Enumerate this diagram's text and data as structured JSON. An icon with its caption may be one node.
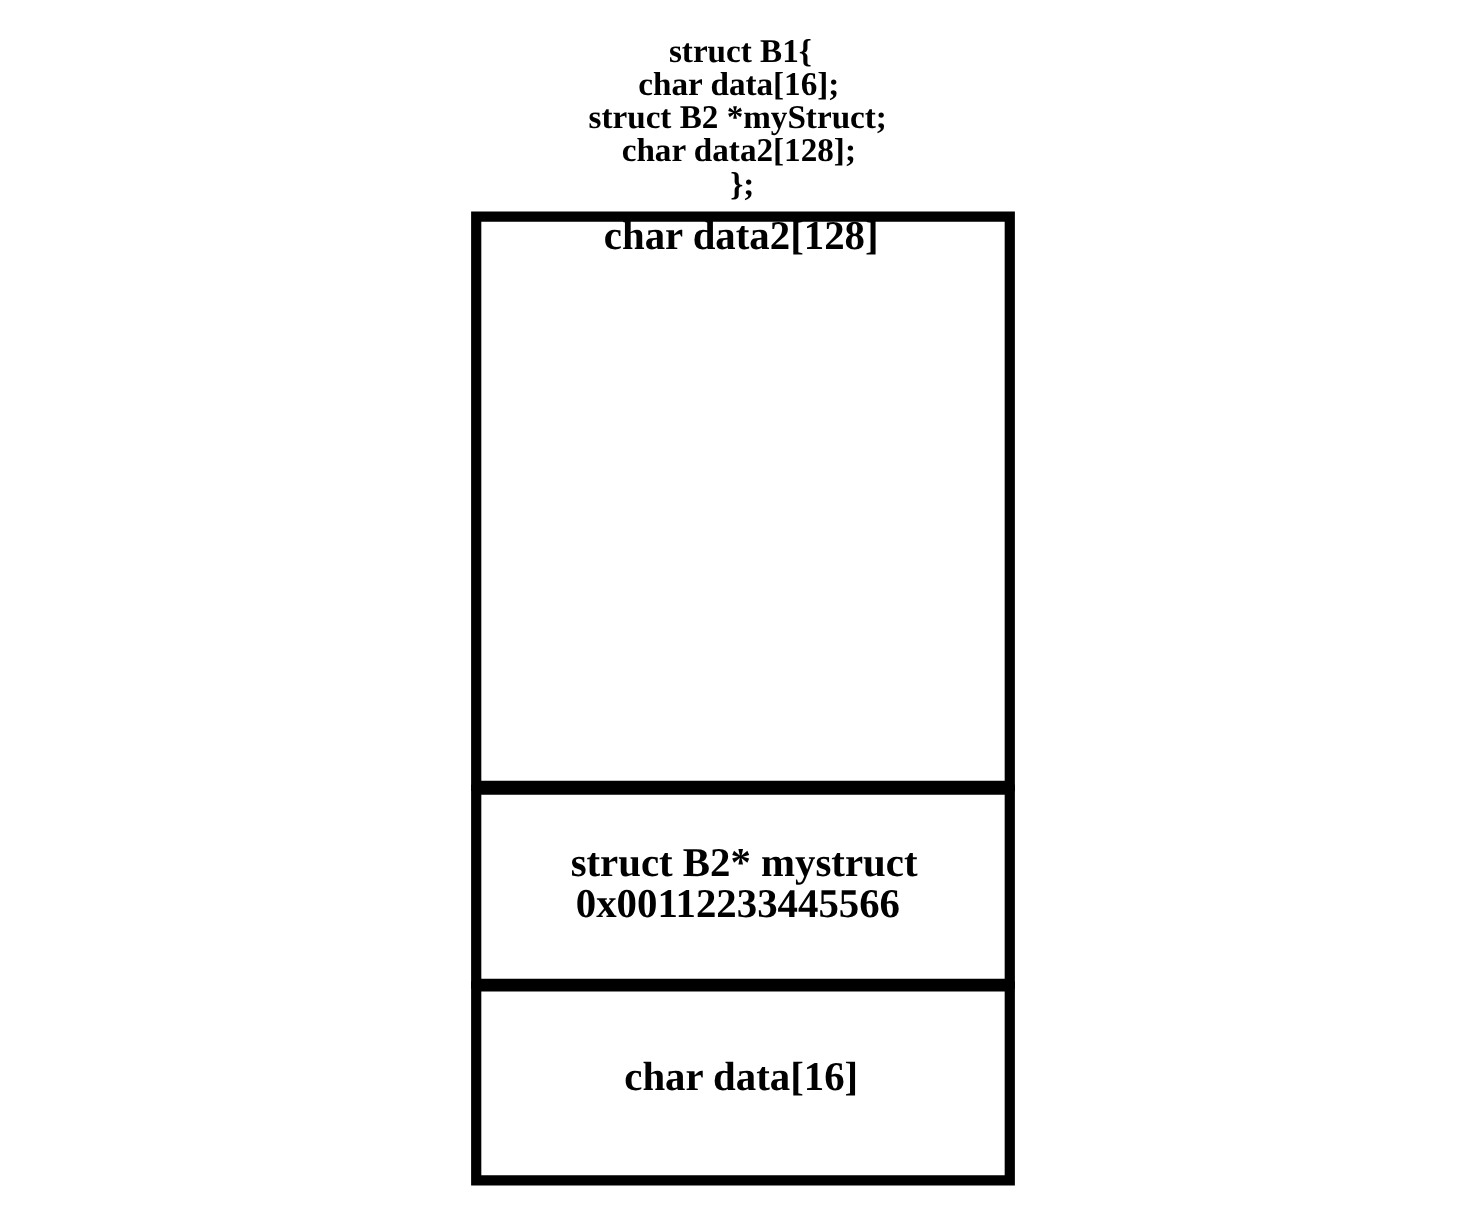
{
  "diagram": {
    "nodes": [
      {
        "text": [
          "char data[16]"
        ]
      },
      {
        "text": [
          "struct B2* mystruct",
          "0x00112233445566"
        ]
      },
      {
        "text": [
          "char data2[128]"
        ]
      }
    ],
    "labels": [
      "struct B1{",
      "char data[16];",
      "struct B2 *myStruct;",
      "char data2[128];",
      "};"
    ]
  }
}
